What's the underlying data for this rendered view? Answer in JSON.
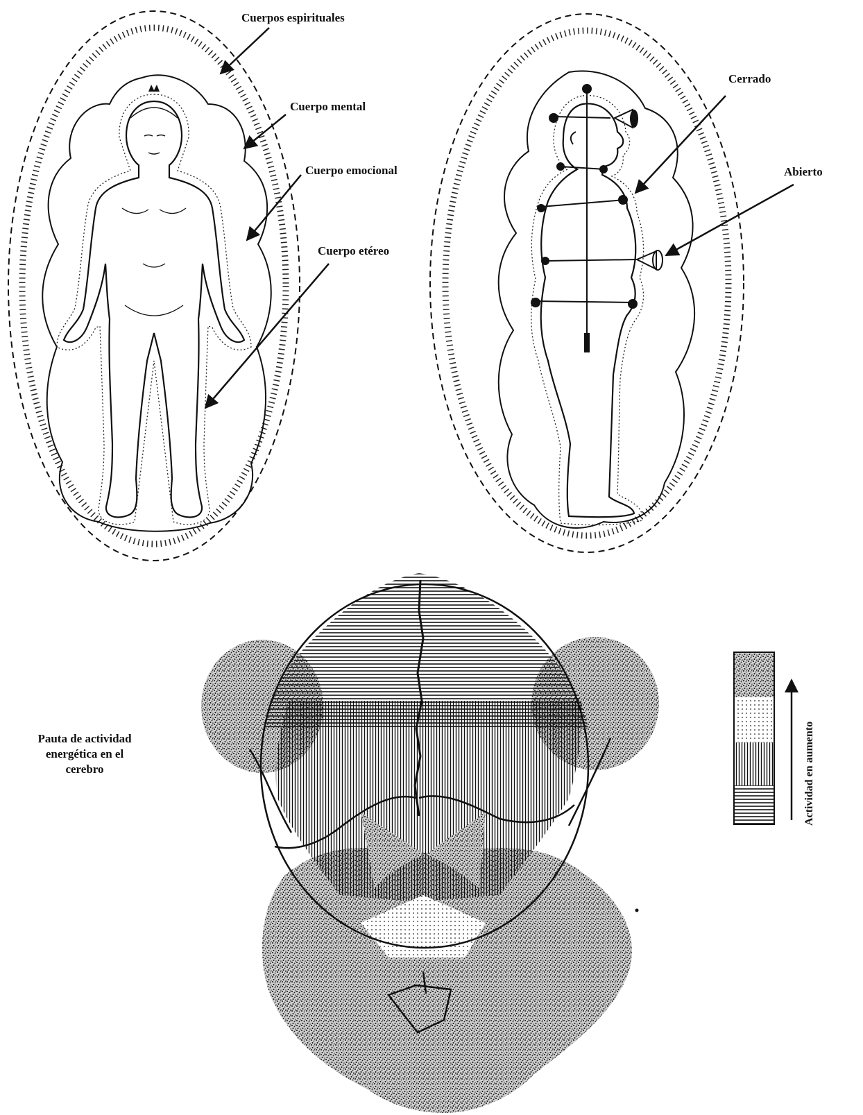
{
  "figure_left": {
    "labels": {
      "spiritual": "Cuerpos espirituales",
      "mental": "Cuerpo mental",
      "emotional": "Cuerpo emocional",
      "etheric": "Cuerpo etéreo"
    }
  },
  "figure_right": {
    "labels": {
      "closed": "Cerrado",
      "open": "Abierto"
    }
  },
  "brain": {
    "caption_lines": [
      "Pauta de actividad",
      "energética en el",
      "cerebro"
    ],
    "legend_label": "Actividad en aumento",
    "legend_levels": [
      "stipple-dense",
      "dots",
      "vertical-lines",
      "horizontal-lines"
    ]
  }
}
